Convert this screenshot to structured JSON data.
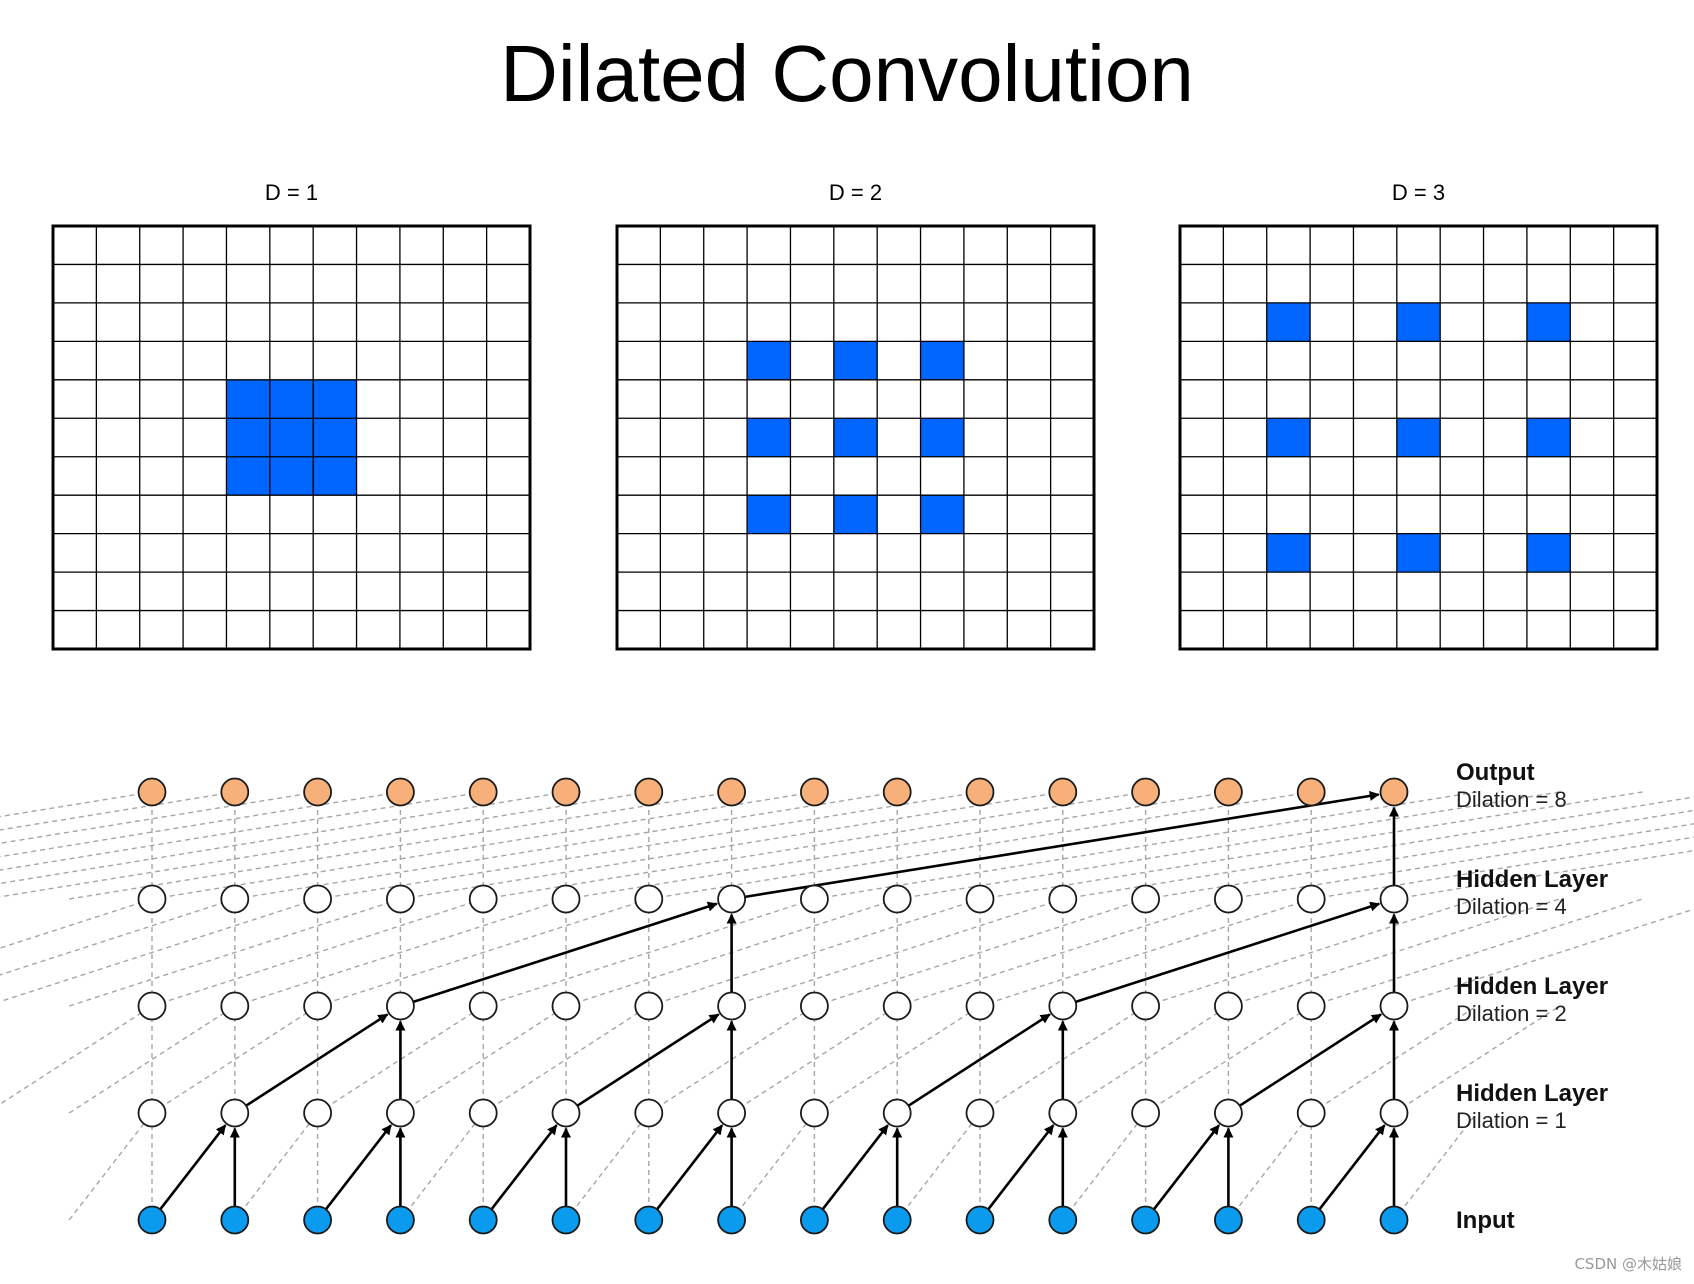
{
  "title": "Dilated Convolution",
  "grids": [
    {
      "label": "D = 1",
      "dilation": 1,
      "rows": 11,
      "cols": 11
    },
    {
      "label": "D = 2",
      "dilation": 2,
      "rows": 11,
      "cols": 11
    },
    {
      "label": "D = 3",
      "dilation": 3,
      "rows": 11,
      "cols": 11
    }
  ],
  "colors": {
    "kernel": "#0066ff",
    "input_node": "#0a9bef",
    "output_node": "#f7b07a",
    "hidden_node": "#ffffff",
    "stroke": "#000000",
    "dashed": "#a6a6a6"
  },
  "network": {
    "node_count": 16,
    "layers": [
      {
        "name": "Output",
        "dilation_label": "Dilation = 8",
        "dilation": 8
      },
      {
        "name": "Hidden Layer",
        "dilation_label": "Dilation = 4",
        "dilation": 4
      },
      {
        "name": "Hidden Layer",
        "dilation_label": "Dilation = 2",
        "dilation": 2
      },
      {
        "name": "Hidden Layer",
        "dilation_label": "Dilation = 1",
        "dilation": 1
      },
      {
        "name": "Input",
        "dilation_label": "",
        "dilation": 0
      }
    ]
  },
  "watermark": "CSDN @木姑娘"
}
